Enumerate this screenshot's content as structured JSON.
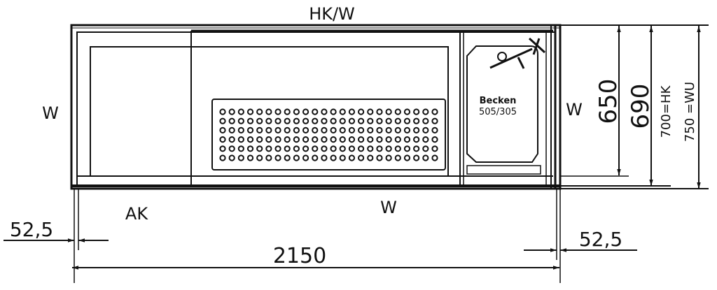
{
  "labels": {
    "top": "HK/W",
    "left_wall": "W",
    "right_wall": "W",
    "front_wall": "W",
    "ak": "AK",
    "basin_name": "Becken",
    "basin_size": "505/305"
  },
  "dimensions": {
    "depth_650": "650",
    "depth_690": "690",
    "depth_700": "700=HK",
    "depth_750": "750 =WU",
    "length": "2150",
    "offset_left": "52,5",
    "offset_right": "52,5"
  },
  "perforation": {
    "columns": 24,
    "rows": 6
  }
}
